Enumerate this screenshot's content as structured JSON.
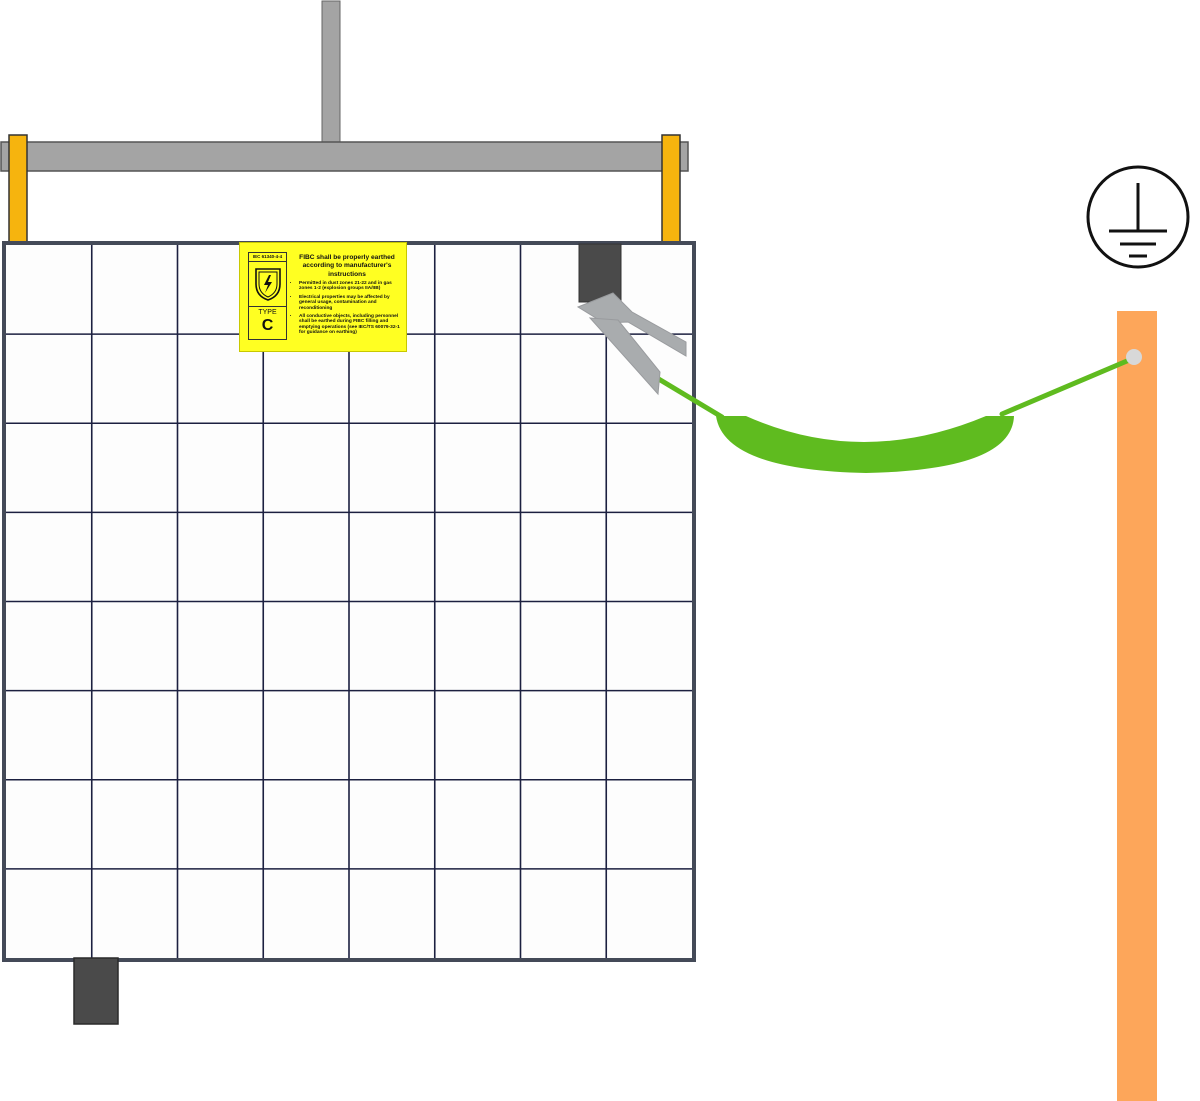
{
  "label": {
    "standard": "IEC 61340-4-4",
    "type_text": "TYPE",
    "type_class": "C",
    "title": "FIBC shall be properly earthed according to manufacturer's instructions",
    "bullets": [
      "Permitted in dust zones 21-22 and in gas zones 1-2 (explosion groups IIA/IIB)",
      "Electrical properties may be affected by general usage, contamination and reconditioning",
      "All conductive objects, including personnel shall be earthed during FIBC filling and emptying operations (see IEC/TS 60079-32-1 for guidance on earthing)"
    ]
  },
  "icons": {
    "label_symbol": "static-discharge-shield-icon",
    "earth_symbol": "protective-earth-icon"
  },
  "colors": {
    "bag_fill": "#fdfdfd",
    "bag_grid": "#1c2040",
    "label_yellow": "#ffff22",
    "lifting_bar": "#a4a4a4",
    "lifting_loop": "#f6b40e",
    "earth_tab": "#4a4a4a",
    "clamp": "#a9acae",
    "earth_cable": "#5fbb1f",
    "earth_rod": "#fda65a",
    "earth_point": "#d8d8d8"
  },
  "grid": {
    "columns": 8,
    "rows": 8
  }
}
